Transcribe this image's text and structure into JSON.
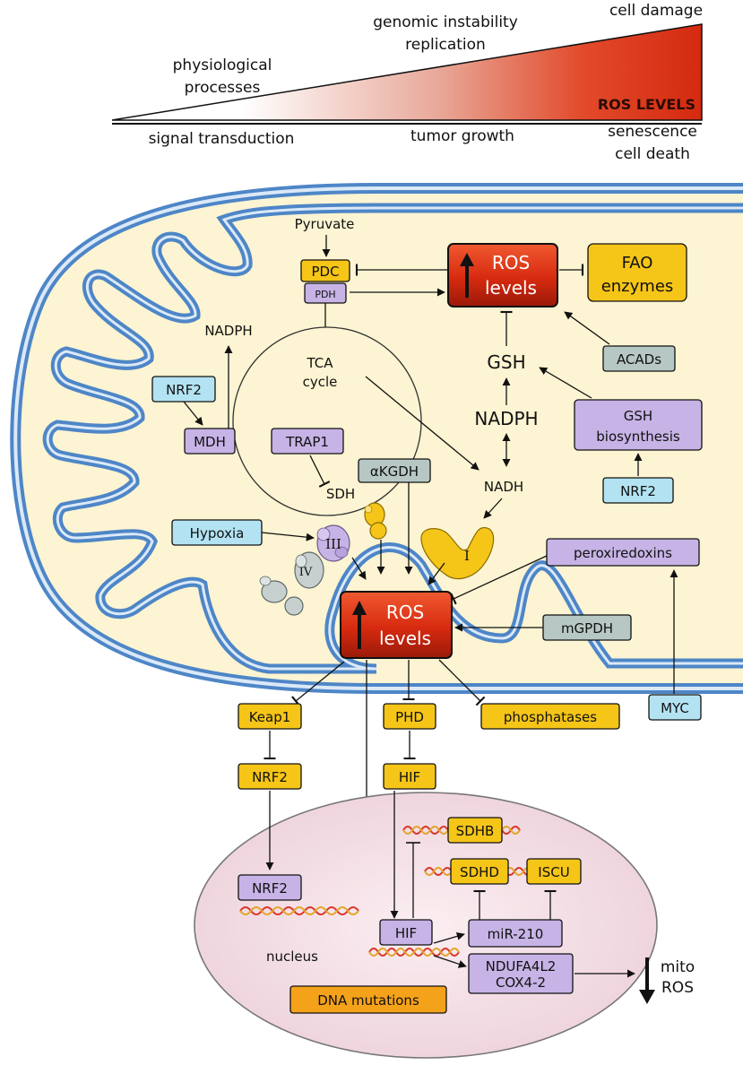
{
  "colors": {
    "yellow": "#f5c518",
    "blue": "#b3e3f2",
    "purple": "#c7b3e6",
    "gray": "#b7c8c4",
    "orange": "#f5a21b",
    "ros_red": "#e02a10",
    "matrix": "#fcf4d2",
    "nucleus": "#f6dfe6",
    "membrane": "#4e86c7"
  },
  "gradient": {
    "labels_above": {
      "physiological": "physiological",
      "processes": "processes",
      "genomic": "genomic instability",
      "replication": "replication",
      "damage": "cell damage"
    },
    "labels_below": {
      "signal": "signal transduction",
      "tumor": "tumor growth",
      "senescence": "senescence",
      "death": "cell death"
    },
    "ros_label": "ROS LEVELS"
  },
  "mito": {
    "pyruvate": "Pyruvate",
    "pdc": "PDC",
    "pdh": "PDH",
    "ros_top": {
      "line1": "ROS",
      "line2": "levels"
    },
    "fao": {
      "line1": "FAO",
      "line2": "enzymes"
    },
    "nadph_left": "NADPH",
    "tca": {
      "line1": "TCA",
      "line2": "cycle"
    },
    "gsh": "GSH",
    "acads": "ACADs",
    "nrf2_left": "NRF2",
    "mdh": "MDH",
    "trap1": "TRAP1",
    "sdh": "SDH",
    "akgdh": "αKGDH",
    "nadph_right": "NADPH",
    "gsh_bio": {
      "line1": "GSH",
      "line2": "biosynthesis"
    },
    "nadh": "NADH",
    "nrf2_right": "NRF2",
    "hypoxia": "Hypoxia",
    "complex3": "III",
    "complex4": "IV",
    "complex1": "I",
    "peroxiredoxins": "peroxiredoxins",
    "ros_bottom": {
      "line1": "ROS",
      "line2": "levels"
    },
    "mgpdh": "mGPDH"
  },
  "cyto": {
    "keap1": "Keap1",
    "phd": "PHD",
    "phosphatases": "phosphatases",
    "myc": "MYC",
    "nrf2": "NRF2",
    "hif": "HIF"
  },
  "nucleus": {
    "sdhb": "SDHB",
    "sdhd": "SDHD",
    "iscu": "ISCU",
    "nrf2": "NRF2",
    "hif": "HIF",
    "mir210": "miR-210",
    "ndufa": {
      "line1": "NDUFA4L2",
      "line2": "COX4-2"
    },
    "label": "nucleus",
    "dna_mut": "DNA mutations",
    "mito_ros": {
      "line1": "mito",
      "line2": "ROS"
    }
  }
}
